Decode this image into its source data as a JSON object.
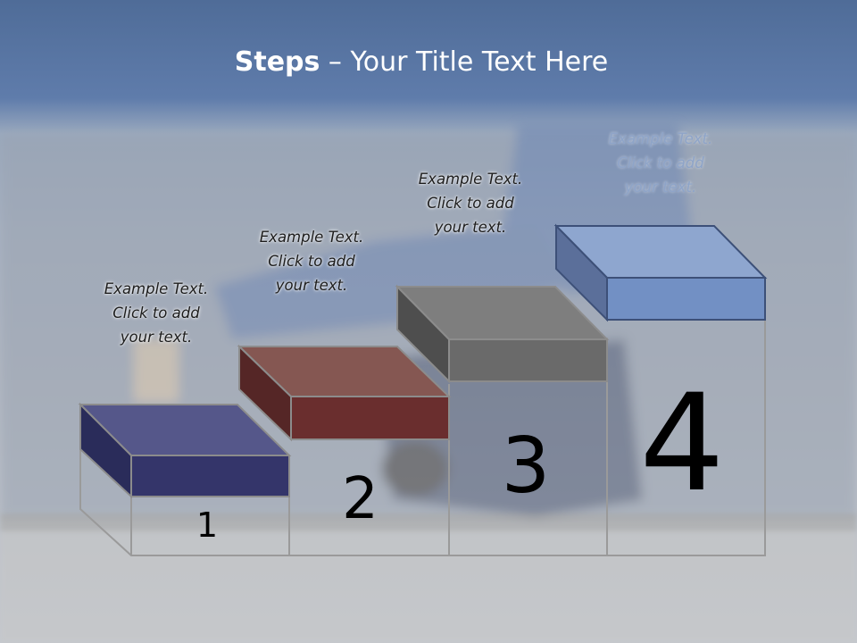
{
  "title": {
    "bold": "Steps",
    "rest": " – Your Title Text Here"
  },
  "steps": [
    {
      "number": "1",
      "text": [
        "Example Text.",
        "Click  to add",
        "your text."
      ],
      "color": "#34356a"
    },
    {
      "number": "2",
      "text": [
        "Example Text.",
        "Click  to add",
        "your text."
      ],
      "color": "#6a2e2e"
    },
    {
      "number": "3",
      "text": [
        "Example Text.",
        "Click  to add",
        "your text."
      ],
      "color": "#6a6a6a"
    },
    {
      "number": "4",
      "text": [
        "Example Text.",
        "Click  to add",
        "your text."
      ],
      "color": "#8aa2cc"
    }
  ]
}
